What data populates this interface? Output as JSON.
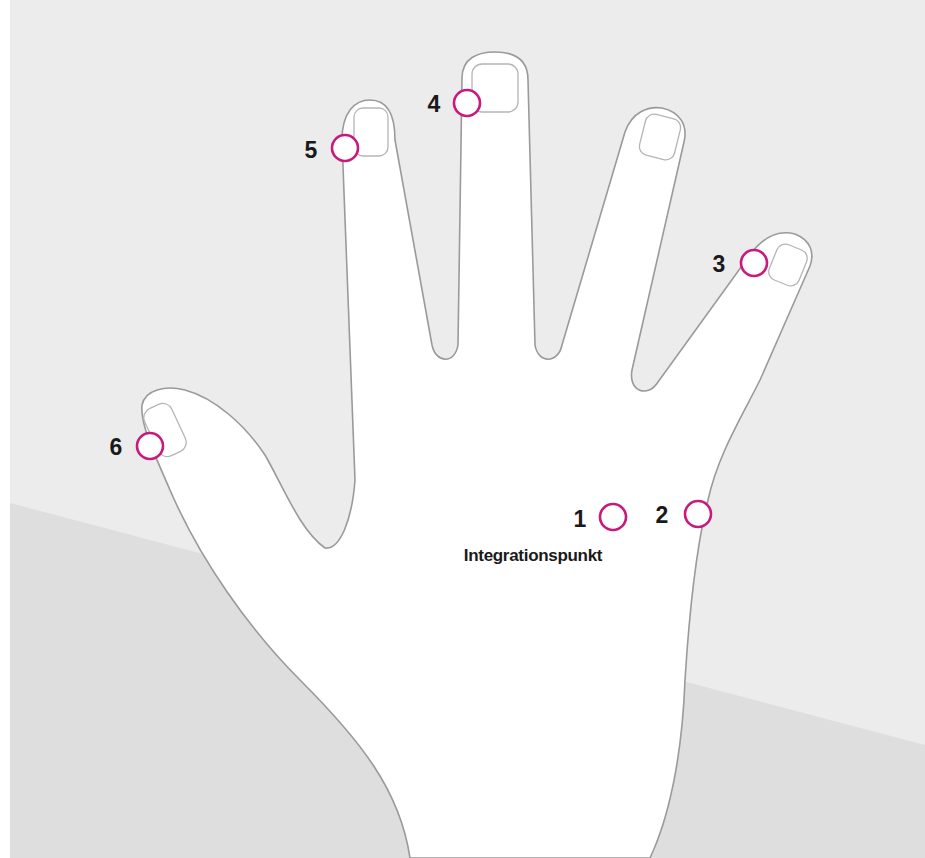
{
  "diagram": {
    "labels": [
      "4",
      "5",
      "3",
      "6",
      "1",
      "2",
      "Integrationspunkt"
    ]
  }
}
